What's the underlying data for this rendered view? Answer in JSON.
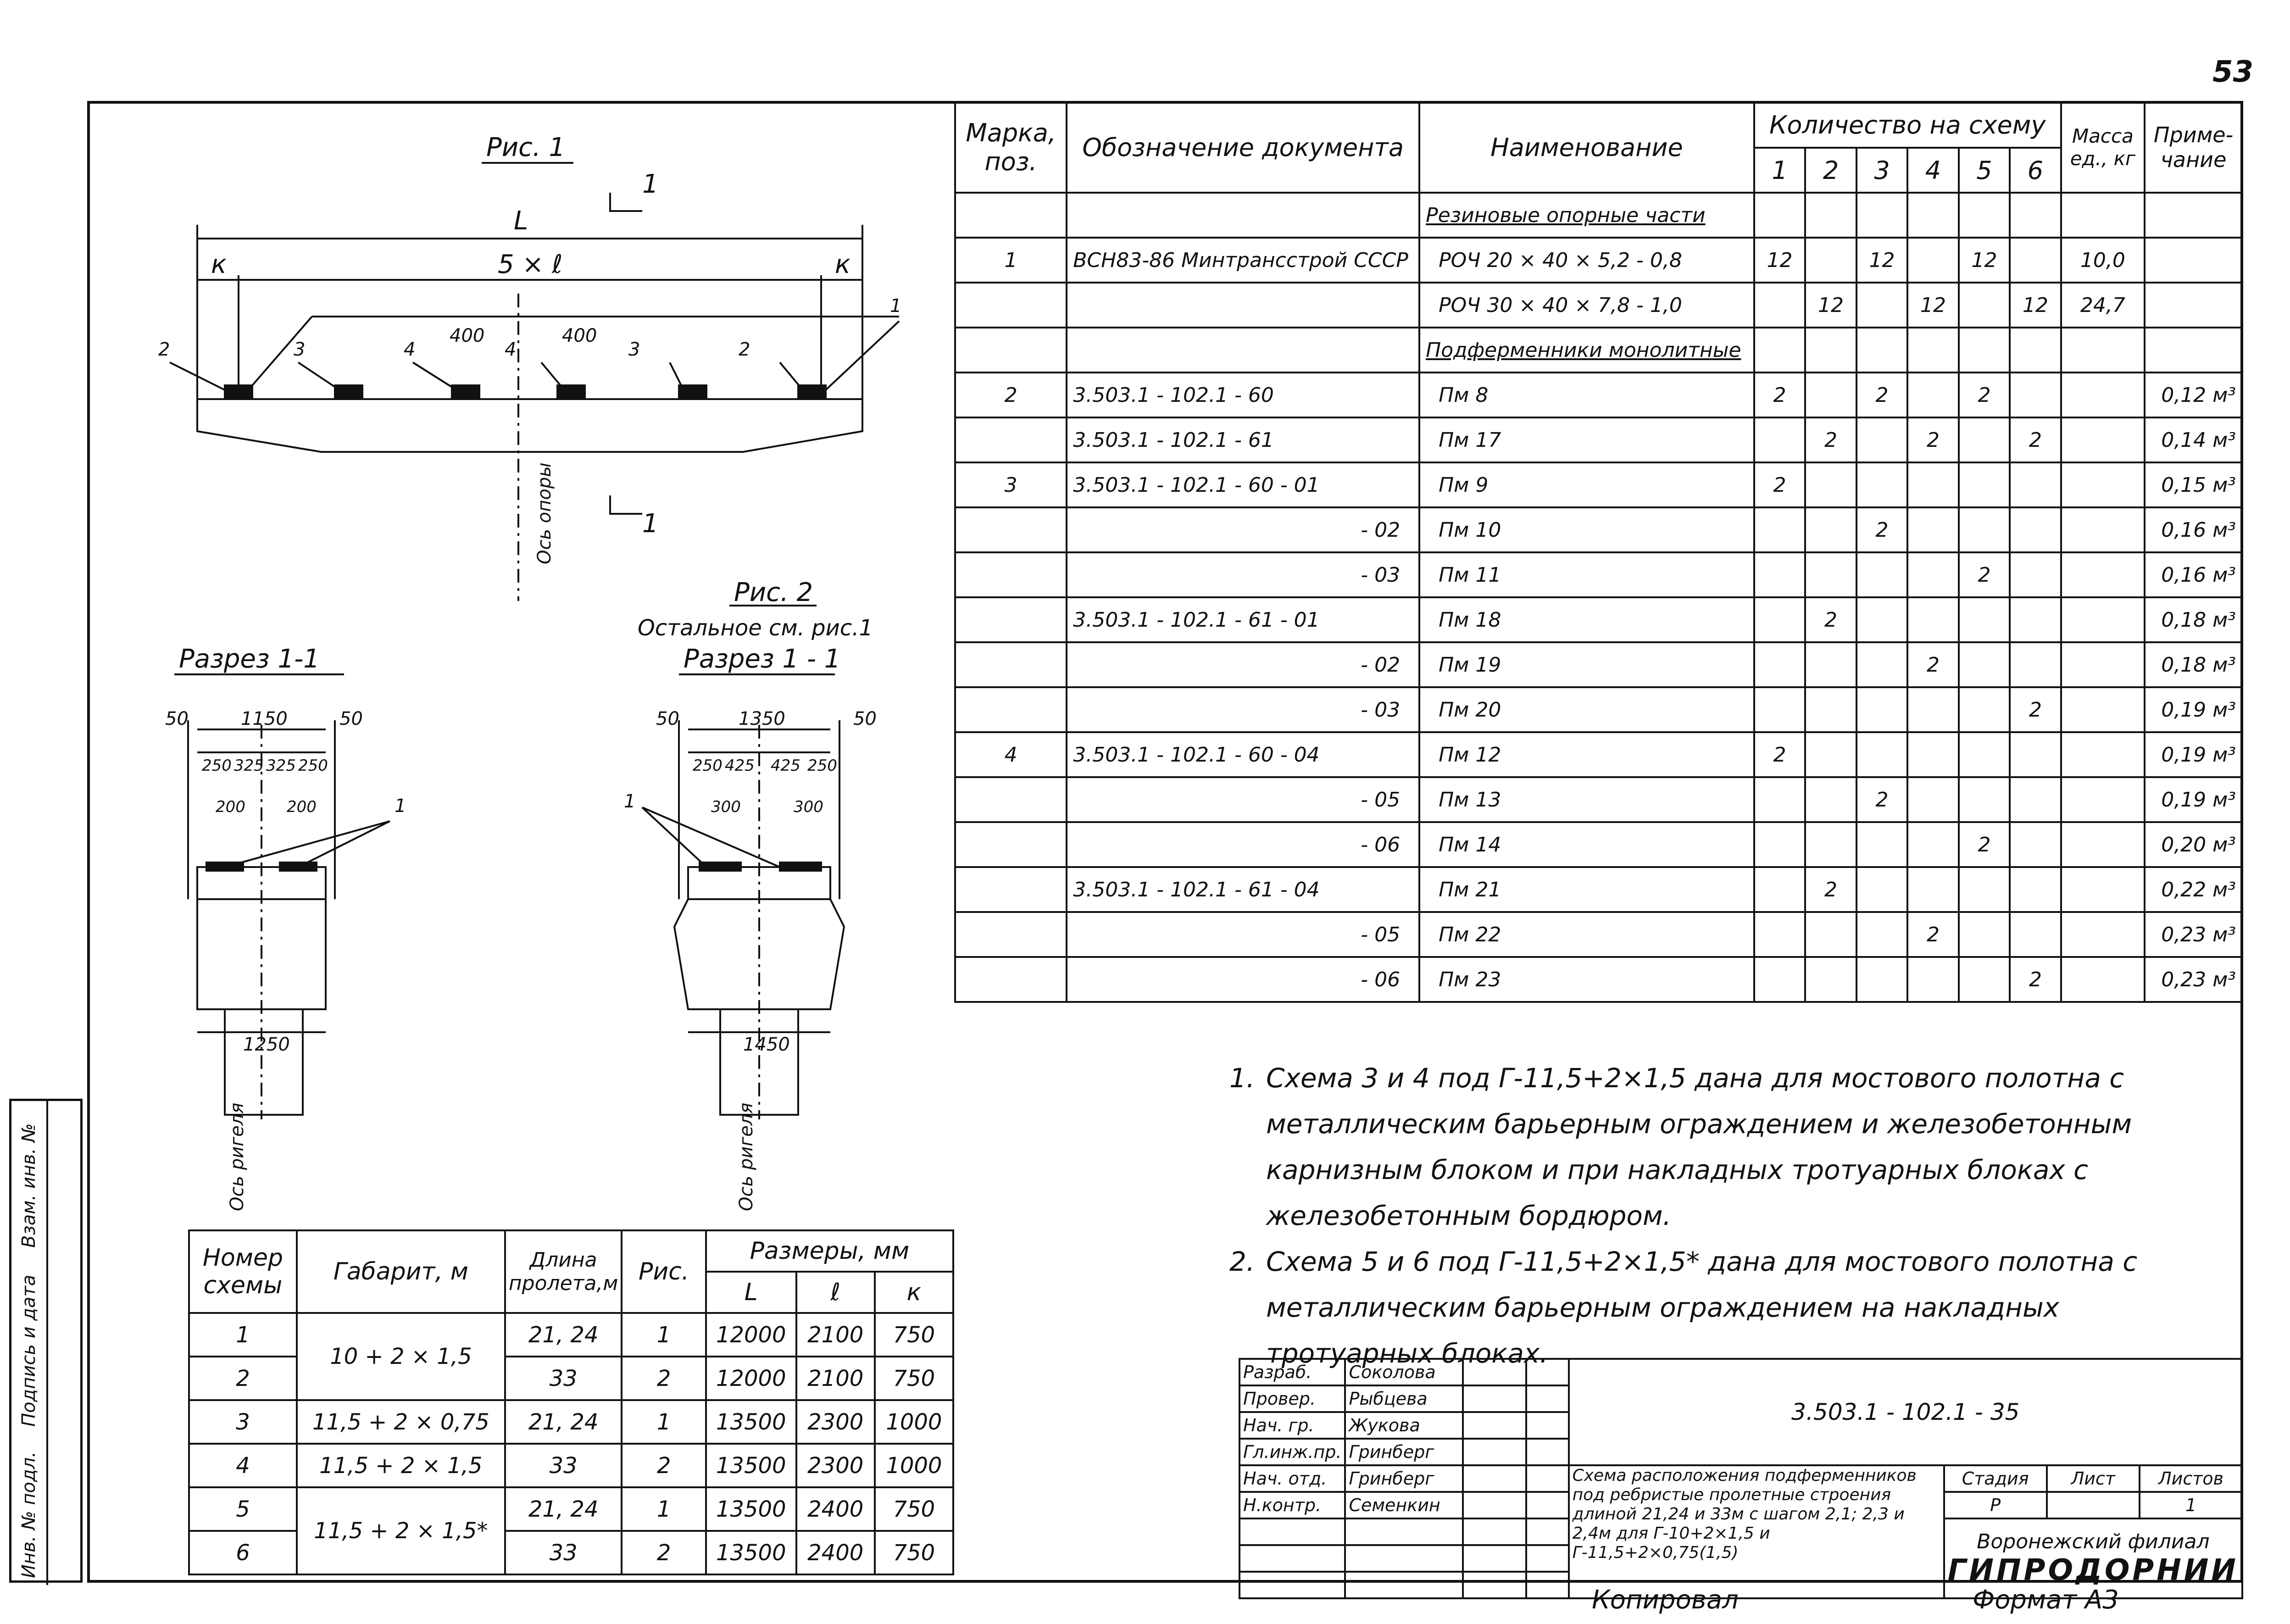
{
  "page_number": "53",
  "figures": {
    "fig1_title": "Рис. 1",
    "fig1_L": "L",
    "fig1_span": "5 × ℓ",
    "fig1_k": "к",
    "fig1_400a": "400",
    "fig1_400b": "400",
    "fig1_axis": "Ось опоры",
    "fig1_marks": [
      "2",
      "3",
      "4",
      "4",
      "3",
      "2",
      "1"
    ],
    "section_mark": "1",
    "fig2_title": "Рис. 2",
    "fig2_note": "Остальное см. рис.1",
    "sec_left_title": "Разрез 1-1",
    "sec_right_title": "Разрез 1 - 1",
    "sec_left_dims": [
      "50",
      "1150",
      "50",
      "250",
      "325",
      "325",
      "250",
      "200",
      "200",
      "1250"
    ],
    "sec_right_dims": [
      "50",
      "1350",
      "50",
      "250",
      "425",
      "425",
      "250",
      "300",
      "300",
      "1450"
    ],
    "sec_axis": "Ось ригеля",
    "sec_mark": "1"
  },
  "spec_table": {
    "headers": {
      "mark": "Марка, поз.",
      "doc": "Обозначение документа",
      "name": "Наименование",
      "qty": "Количество на схему",
      "qty_cols": [
        "1",
        "2",
        "3",
        "4",
        "5",
        "6"
      ],
      "mass": "Масса ед., кг",
      "note": "Приме-чание"
    },
    "rows": [
      {
        "mark": "",
        "doc": "",
        "name": "Резиновые опорные части",
        "q": [
          "",
          "",
          "",
          "",
          "",
          ""
        ],
        "mass": "",
        "note": "",
        "underline": true
      },
      {
        "mark": "1",
        "doc": "ВСН83-86 Минтрансстрой СССР",
        "name": "РОЧ 20 × 40 × 5,2 - 0,8",
        "q": [
          "12",
          "",
          "12",
          "",
          "12",
          ""
        ],
        "mass": "10,0",
        "note": ""
      },
      {
        "mark": "",
        "doc": "",
        "name": "РОЧ 30 × 40 × 7,8 - 1,0",
        "q": [
          "",
          "12",
          "",
          "12",
          "",
          "12"
        ],
        "mass": "24,7",
        "note": ""
      },
      {
        "mark": "",
        "doc": "",
        "name": "Подферменники монолитные",
        "q": [
          "",
          "",
          "",
          "",
          "",
          ""
        ],
        "mass": "",
        "note": "",
        "underline": true
      },
      {
        "mark": "2",
        "doc": "3.503.1 - 102.1 - 60",
        "name": "Пм 8",
        "q": [
          "2",
          "",
          "2",
          "",
          "2",
          ""
        ],
        "mass": "",
        "note": "0,12 м³"
      },
      {
        "mark": "",
        "doc": "3.503.1 - 102.1 - 61",
        "name": "Пм 17",
        "q": [
          "",
          "2",
          "",
          "2",
          "",
          "2"
        ],
        "mass": "",
        "note": "0,14 м³"
      },
      {
        "mark": "3",
        "doc": "3.503.1 - 102.1 - 60 - 01",
        "name": "Пм 9",
        "q": [
          "2",
          "",
          "",
          "",
          "",
          ""
        ],
        "mass": "",
        "note": "0,15 м³"
      },
      {
        "mark": "",
        "doc": "- 02",
        "name": "Пм 10",
        "q": [
          "",
          "",
          "2",
          "",
          "",
          ""
        ],
        "mass": "",
        "note": "0,16 м³"
      },
      {
        "mark": "",
        "doc": "- 03",
        "name": "Пм 11",
        "q": [
          "",
          "",
          "",
          "",
          "2",
          ""
        ],
        "mass": "",
        "note": "0,16 м³"
      },
      {
        "mark": "",
        "doc": "3.503.1 - 102.1 - 61 - 01",
        "name": "Пм 18",
        "q": [
          "",
          "2",
          "",
          "",
          "",
          ""
        ],
        "mass": "",
        "note": "0,18 м³"
      },
      {
        "mark": "",
        "doc": "- 02",
        "name": "Пм 19",
        "q": [
          "",
          "",
          "",
          "2",
          "",
          ""
        ],
        "mass": "",
        "note": "0,18 м³"
      },
      {
        "mark": "",
        "doc": "- 03",
        "name": "Пм 20",
        "q": [
          "",
          "",
          "",
          "",
          "",
          "2"
        ],
        "mass": "",
        "note": "0,19 м³"
      },
      {
        "mark": "4",
        "doc": "3.503.1 - 102.1 - 60 - 04",
        "name": "Пм 12",
        "q": [
          "2",
          "",
          "",
          "",
          "",
          ""
        ],
        "mass": "",
        "note": "0,19 м³"
      },
      {
        "mark": "",
        "doc": "- 05",
        "name": "Пм 13",
        "q": [
          "",
          "",
          "2",
          "",
          "",
          ""
        ],
        "mass": "",
        "note": "0,19 м³"
      },
      {
        "mark": "",
        "doc": "- 06",
        "name": "Пм 14",
        "q": [
          "",
          "",
          "",
          "",
          "2",
          ""
        ],
        "mass": "",
        "note": "0,20 м³"
      },
      {
        "mark": "",
        "doc": "3.503.1 - 102.1 - 61 - 04",
        "name": "Пм 21",
        "q": [
          "",
          "2",
          "",
          "",
          "",
          ""
        ],
        "mass": "",
        "note": "0,22 м³"
      },
      {
        "mark": "",
        "doc": "- 05",
        "name": "Пм 22",
        "q": [
          "",
          "",
          "",
          "2",
          "",
          ""
        ],
        "mass": "",
        "note": "0,23 м³"
      },
      {
        "mark": "",
        "doc": "- 06",
        "name": "Пм 23",
        "q": [
          "",
          "",
          "",
          "",
          "",
          "2"
        ],
        "mass": "",
        "note": "0,23 м³"
      }
    ]
  },
  "scheme_table": {
    "headers": {
      "num": "Номер схемы",
      "gab": "Габарит, м",
      "len": "Длина пролета,м",
      "fig": "Рис.",
      "dims": "Размеры, мм",
      "L": "L",
      "l": "ℓ",
      "k": "к"
    },
    "rows": [
      {
        "num": "1",
        "gab": "10 + 2 × 1,5",
        "len": "21, 24",
        "fig": "1",
        "L": "12000",
        "l": "2100",
        "k": "750"
      },
      {
        "num": "2",
        "gab": "",
        "len": "33",
        "fig": "2",
        "L": "12000",
        "l": "2100",
        "k": "750"
      },
      {
        "num": "3",
        "gab": "11,5 + 2 × 0,75",
        "len": "21, 24",
        "fig": "1",
        "L": "13500",
        "l": "2300",
        "k": "1000"
      },
      {
        "num": "4",
        "gab": "11,5 + 2 × 1,5",
        "len": "33",
        "fig": "2",
        "L": "13500",
        "l": "2300",
        "k": "1000"
      },
      {
        "num": "5",
        "gab": "11,5 + 2 × 1,5*",
        "len": "21, 24",
        "fig": "1",
        "L": "13500",
        "l": "2400",
        "k": "750"
      },
      {
        "num": "6",
        "gab": "",
        "len": "33",
        "fig": "2",
        "L": "13500",
        "l": "2400",
        "k": "750"
      }
    ]
  },
  "notes": [
    {
      "n": "1.",
      "text": "Схема 3 и 4 под Г-11,5+2×1,5 дана для мостового полотна с металлическим барьерным ограждением и железобетонным карнизным блоком и при накладных тротуарных блоках с железобетонным бордюром."
    },
    {
      "n": "2.",
      "text": "Схема 5 и 6 под Г-11,5+2×1,5* дана для мостового полотна с металлическим барьерным ограждением на накладных тротуарных блоках."
    }
  ],
  "stamp": {
    "roles": [
      "Разраб.",
      "Провер.",
      "Нач. гр.",
      "Гл.инж.пр.",
      "Нач. отд.",
      "Н.контр."
    ],
    "names": [
      "Соколова",
      "Рыбцева",
      "Жукова",
      "Гринберг",
      "Гринберг",
      "Семенкин"
    ],
    "doc_code": "3.503.1 - 102.1 - 35",
    "title": "Схема расположения подферменников под ребристые пролетные строения длиной 21,24 и 33м с шагом 2,1; 2,3 и 2,4м для Г-10+2×1,5 и Г-11,5+2×0,75(1,5)",
    "stage_label": "Стадия",
    "sheet_label": "Лист",
    "sheets_label": "Листов",
    "stage": "Р",
    "sheet": "",
    "sheets": "1",
    "org1": "Воронежский филиал",
    "org2": "ГИПРОДОРНИИ"
  },
  "footer": {
    "copied": "Копировал",
    "format": "Формат А3"
  },
  "side_labels": [
    "Инв. № подл.",
    "Подпись и дата",
    "Взам. инв. №"
  ]
}
